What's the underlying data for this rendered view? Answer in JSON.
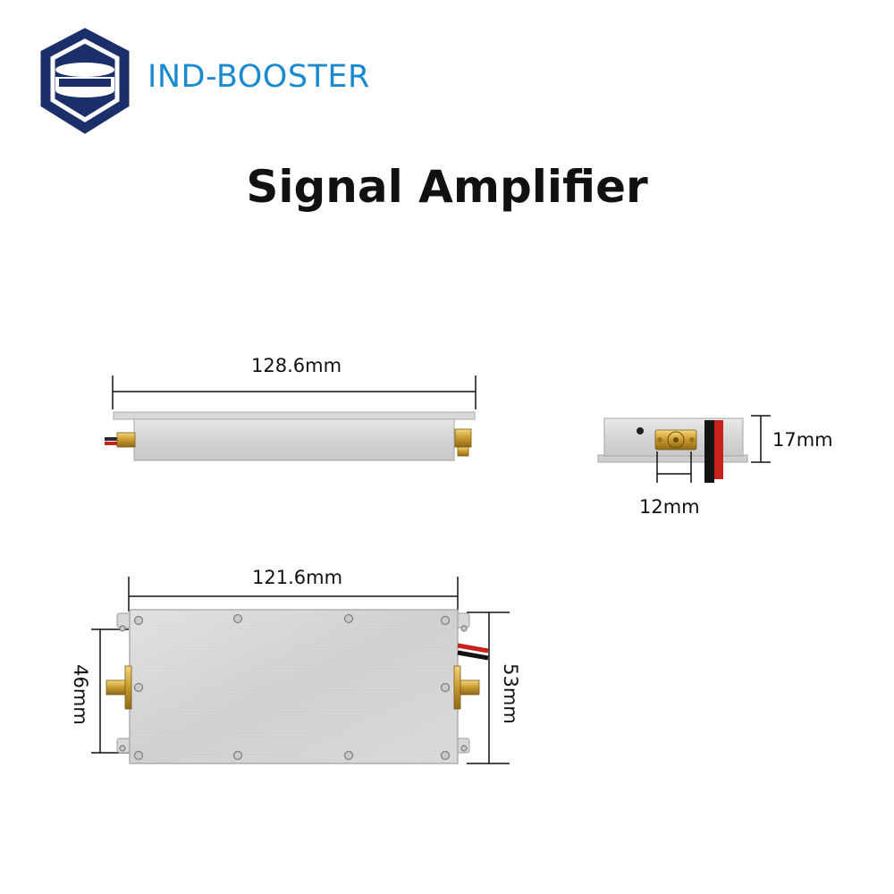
{
  "brand": {
    "name": "IND-BOOSTER",
    "logo_color": "#1b2f6b",
    "text_color": "#1a8ad0"
  },
  "title": "Signal Amplifier",
  "dimensions": {
    "side_length": "128.6mm",
    "end_height": "17mm",
    "connector_width": "12mm",
    "top_length": "121.6mm",
    "body_width": "46mm",
    "overall_width": "53mm"
  }
}
